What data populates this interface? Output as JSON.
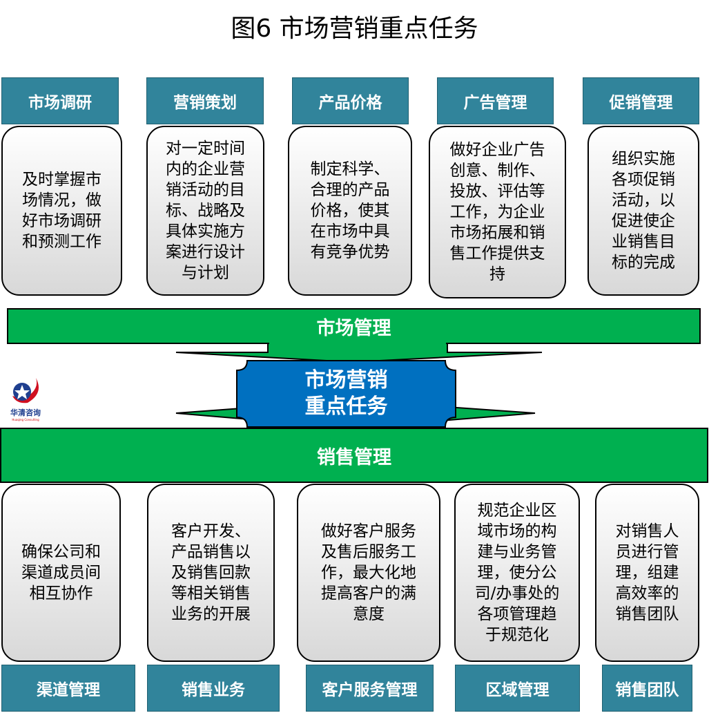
{
  "title": "图6  市场营销重点任务",
  "top_items": [
    {
      "header": "市场调研",
      "text": "及时掌握市场情况，做好市场调研和预测工作"
    },
    {
      "header": "营销策划",
      "text": "对一定时间内的企业营销活动的目标、战略及具体实施方案进行设计与计划"
    },
    {
      "header": "产品价格",
      "text": "制定科学、合理的产品价格，使其在市场中具有竞争优势"
    },
    {
      "header": "广告管理",
      "text": "做好企业广告创意、制作、投放、评估等工作，为企业市场拓展和销售工作提供支持"
    },
    {
      "header": "促销管理",
      "text": "组织实施各项促销活动，以促进使企业销售目标的完成"
    }
  ],
  "market_bar": "市场管理",
  "center": {
    "line1": "市场营销",
    "line2": "重点任务"
  },
  "sales_bar": "销售管理",
  "logo": {
    "name": "华清咨询",
    "sub": "Huaqing Consulting"
  },
  "bottom_items": [
    {
      "header": "渠道管理",
      "text": "确保公司和渠道成员间相互协作"
    },
    {
      "header": "销售业务",
      "text": "客户开发、产品销售以及销售回款等相关销售业务的开展"
    },
    {
      "header": "客户服务管理",
      "text": "做好客户服务及售后服务工作，最大化地提高客户的满意度"
    },
    {
      "header": "区域管理",
      "text": "规范企业区域市场的构建与业务管理，使分公司/办事处的各项管理趋于规范化"
    },
    {
      "header": "销售团队",
      "text": "对销售人员进行管理，组建高效率的销售团队"
    }
  ],
  "colors": {
    "header": "#31849b",
    "green": "#00b050",
    "blue": "#0070c0"
  }
}
